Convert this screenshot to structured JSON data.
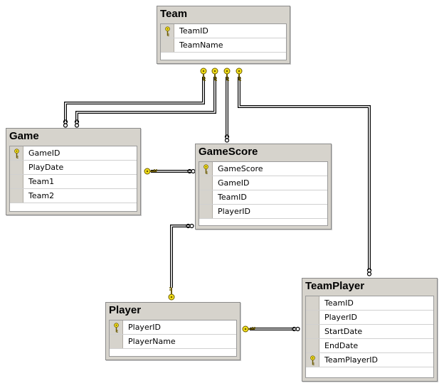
{
  "tables": {
    "team": {
      "title": "Team",
      "columns": [
        {
          "name": "TeamID",
          "icon": "key-icon",
          "primary_key": true
        },
        {
          "name": "TeamName",
          "primary_key": false
        }
      ]
    },
    "game": {
      "title": "Game",
      "columns": [
        {
          "name": "GameID",
          "icon": "key-icon",
          "primary_key": true
        },
        {
          "name": "PlayDate",
          "primary_key": false
        },
        {
          "name": "Team1",
          "primary_key": false
        },
        {
          "name": "Team2",
          "primary_key": false
        }
      ]
    },
    "gamescore": {
      "title": "GameScore",
      "columns": [
        {
          "name": "GameScore",
          "icon": "key-icon",
          "primary_key": true
        },
        {
          "name": "GameID",
          "primary_key": false
        },
        {
          "name": "TeamID",
          "primary_key": false
        },
        {
          "name": "PlayerID",
          "primary_key": false
        }
      ]
    },
    "player": {
      "title": "Player",
      "columns": [
        {
          "name": "PlayerID",
          "icon": "key-icon",
          "primary_key": true
        },
        {
          "name": "PlayerName",
          "primary_key": false
        }
      ]
    },
    "teamplayer": {
      "title": "TeamPlayer",
      "columns": [
        {
          "name": "TeamID",
          "primary_key": false
        },
        {
          "name": "PlayerID",
          "primary_key": false
        },
        {
          "name": "StartDate",
          "primary_key": false
        },
        {
          "name": "EndDate",
          "primary_key": false
        },
        {
          "name": "TeamPlayerID",
          "icon": "key-icon",
          "primary_key": true
        }
      ]
    }
  },
  "relationships": [
    {
      "from": "Team",
      "to": "Game",
      "one_end_icon": "key-icon",
      "many_end_icon": "infinity-icon"
    },
    {
      "from": "Team",
      "to": "Game",
      "one_end_icon": "key-icon",
      "many_end_icon": "infinity-icon"
    },
    {
      "from": "Team",
      "to": "GameScore",
      "one_end_icon": "key-icon",
      "many_end_icon": "infinity-icon"
    },
    {
      "from": "Team",
      "to": "TeamPlayer",
      "one_end_icon": "key-icon",
      "many_end_icon": "infinity-icon"
    },
    {
      "from": "Game",
      "to": "GameScore",
      "one_end_icon": "key-icon",
      "many_end_icon": "infinity-icon"
    },
    {
      "from": "Player",
      "to": "GameScore",
      "one_end_icon": "key-icon",
      "many_end_icon": "infinity-icon"
    },
    {
      "from": "Player",
      "to": "TeamPlayer",
      "one_end_icon": "key-icon",
      "many_end_icon": "infinity-icon"
    }
  ],
  "colors": {
    "key": "#f5e21a",
    "title_bar": "#d6d3cc",
    "line": "#000000"
  }
}
